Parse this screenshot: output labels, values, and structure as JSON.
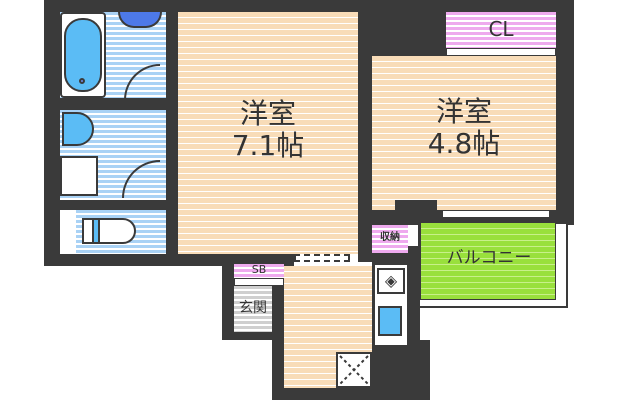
{
  "floor_plan": {
    "rooms": [
      {
        "id": "western-room-1",
        "name": "洋室",
        "size": "7.1帖"
      },
      {
        "id": "western-room-2",
        "name": "洋室",
        "size": "4.8帖"
      },
      {
        "id": "balcony",
        "name": "バルコニー"
      },
      {
        "id": "entrance",
        "name": "玄関"
      },
      {
        "id": "closet",
        "name": "CL"
      },
      {
        "id": "shoe-box",
        "name": "SB"
      },
      {
        "id": "storage",
        "name": "収納"
      }
    ],
    "fixtures": [
      "bathtub",
      "washbasin",
      "washing-machine-pan",
      "toilet",
      "stove",
      "kitchen-sink",
      "refrigerator-space"
    ]
  },
  "colors": {
    "wall": "#3a3a3a",
    "wood_floor": "#f8dcb8",
    "wet_area": "#a9d2f5",
    "storage": "#eeaaee",
    "balcony": "#99e03c",
    "entrance": "#cfcfcf",
    "fixture_blue": "#5bbcf5"
  }
}
